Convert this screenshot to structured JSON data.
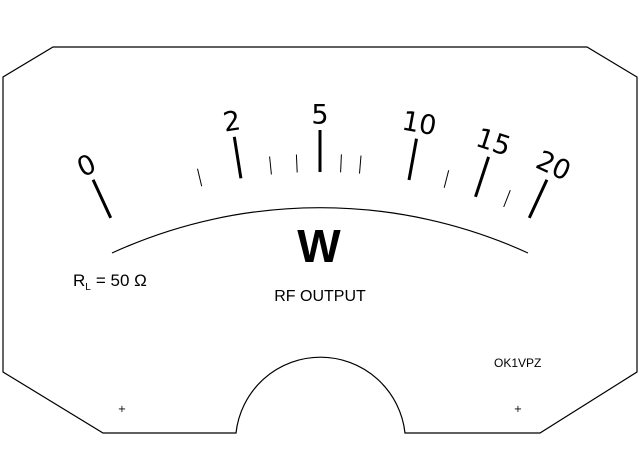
{
  "meter": {
    "unit": "W",
    "label": "RF OUTPUT",
    "load_prefix": "R",
    "load_subscript": "L",
    "load_value": "= 50 Ω",
    "author": "OK1VPZ",
    "mount_mark": "+",
    "scale": {
      "major": [
        {
          "value": 0,
          "label": "0"
        },
        {
          "value": 2,
          "label": "2"
        },
        {
          "value": 5,
          "label": "5"
        },
        {
          "value": 10,
          "label": "10"
        },
        {
          "value": 15,
          "label": "15"
        },
        {
          "value": 20,
          "label": "20"
        }
      ],
      "minor": [
        1,
        3,
        4,
        6,
        7,
        12.5,
        17.5
      ]
    },
    "colors": {
      "ink": "#000000",
      "face": "#ffffff"
    }
  }
}
